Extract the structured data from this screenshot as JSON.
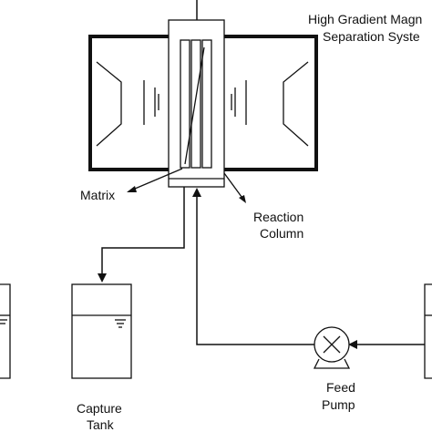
{
  "labels": {
    "system_title_line1": "High Gradient Magn",
    "system_title_line2": "Separation Syste",
    "matrix": "Matrix",
    "reaction_column_line1": "Reaction",
    "reaction_column_line2": "Column",
    "capture_tank_line1": "Capture",
    "capture_tank_line2": "Tank",
    "feed_pump_line1": "Feed",
    "feed_pump_line2": "Pump"
  },
  "colors": {
    "stroke": "#111111",
    "background": "#ffffff"
  }
}
